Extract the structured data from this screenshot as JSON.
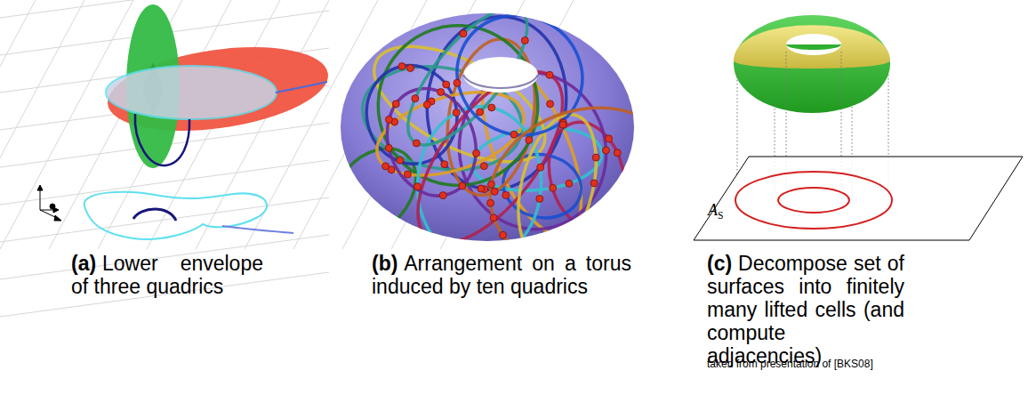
{
  "diagram": {
    "labels": [
      "(a)",
      "Lower envelope of three quadrics",
      "(b)",
      "Arrangement on a torus induced by ten quadrics",
      "(c)",
      "Decompose set of surfaces into finitely many lifted cells (and compute adjacencies)",
      "taken from presentation of [BKS08]",
      "A",
      "S"
    ]
  }
}
